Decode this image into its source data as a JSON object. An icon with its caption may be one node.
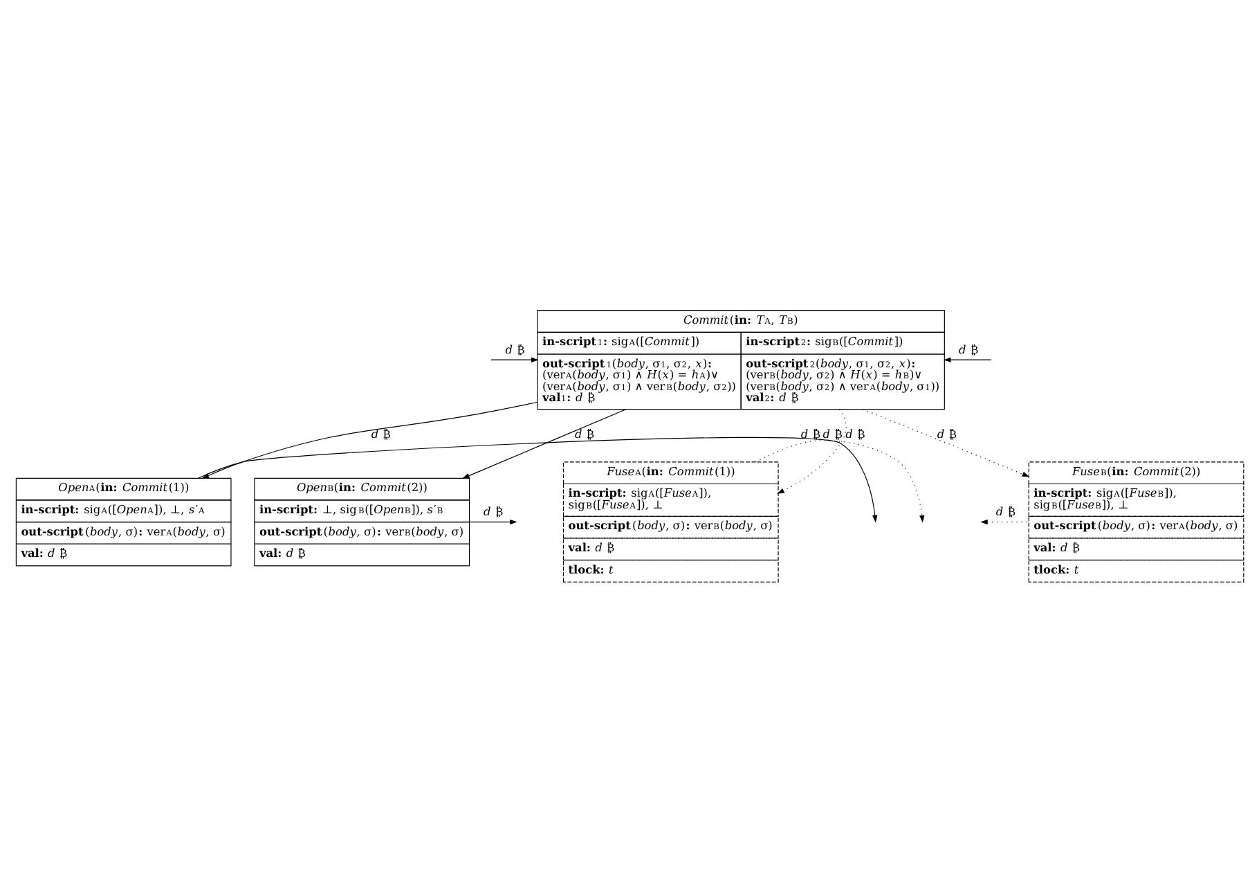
{
  "diagram": {
    "nodes": [
      {
        "text": [
          "*Commit*(**in:** *T*$^{A}$, *T*$^{B}$)",
          "**in-script**$_{1}$**:** sig$_{A}$([*Commit*])",
          "**out-script**$_{1}$(*body*, σ$_{1}$, σ$_{2}$, *x*)**:**",
          "(ver$_{A}$(*body*, σ$_{1}$) ∧ *H*(*x*) = *h*$_{A}$)∨ (ver$_{A}$(*body*, σ$_{1}$) ∧ ver$_{B}$(*body*, σ$_{2}$))",
          "**val**$_{1}$**:** *d* ₿",
          "**in-script**$_{2}$**:** sig$_{B}$([*Commit*])",
          "**out-script**$_{2}$(*body*, σ$_{1}$, σ$_{2}$, *x*)**:**",
          "(ver$_{B}$(*body*, σ$_{2}$) ∧ *H*(*x*) = *h*$_{B}$)∨ (ver$_{B}$(*body*, σ$_{2}$) ∧ ver$_{A}$(*body*, σ$_{1}$))",
          "**val**$_{2}$**:** *d* ₿"
        ]
      },
      {
        "text": [
          "*Open*$^{A}$(**in:** *Commit*(1))",
          "**in-script:** sig$_{A}$([*Open*$^{A}$]), ⊥, *s*′$_{A}$",
          "**out-script**(*body*, σ)**:** ver$_{A}$(*body*, σ)",
          "**val:** *d* ₿"
        ]
      },
      {
        "text": [
          "*Open*$^{B}$(**in:** *Commit*(2))",
          "**in-script:** ⊥, sig$_{B}$([*Open*$^{B}$]), *s*′$_{B}$",
          "**out-script**(*body*, σ)**:** ver$_{B}$(*body*, σ)",
          "**val:** *d* ₿"
        ]
      },
      {
        "text": [
          "*Fuse*$^{A}$(**in:** *Commit*(1))",
          "**in-script:** sig$_{A}$([*Fuse*$^{A}$]), sig$_{B}$([*Fuse*$^{A}$]), ⊥",
          "**out-script**(*body*, σ)**:** ver$_{B}$(*body*, σ)",
          "**val:** *d* ₿",
          "**tlock:** *t*"
        ]
      },
      {
        "text": [
          "*Fuse*$^{B}$(**in:** *Commit*(2))",
          "**in-script:** sig$_{A}$([*Fuse*$^{B}$]), sig$_{B}$([*Fuse*$^{B}$]), ⊥",
          "**out-script**(*body*, σ)**:** ver$_{A}$(*body*, σ)",
          "**val:** *d* ₿",
          "**tlock:** *t*"
        ]
      }
    ],
    "edges": [
      {
        "from": null,
        "to": 0,
        "arrow": "to",
        "label": "*d* ₿"
      },
      {
        "from": null,
        "to": 0,
        "arrow": "to",
        "label": "*d* ₿"
      },
      {
        "from": 0,
        "to": 1,
        "arrow": "to",
        "label": "*d* ₿"
      },
      {
        "from": 0,
        "to": 2,
        "arrow": "to",
        "label": "*d* ₿"
      },
      {
        "from": 1,
        "to": null,
        "arrow": "to",
        "label": "*d* ₿"
      },
      {
        "from": 2,
        "to": null,
        "arrow": "to",
        "label": "*d* ₿"
      },
      {
        "from": 0,
        "to": 3,
        "arrow": "to",
        "label": "*d* ₿",
        "style": "dashed"
      },
      {
        "from": 0,
        "to": 4,
        "arrow": "to",
        "label": "*d* ₿",
        "style": "dashed"
      },
      {
        "from": 3,
        "to": null,
        "arrow": "to",
        "label": "*d* ₿",
        "style": "dashed"
      },
      {
        "from": 4,
        "to": null,
        "arrow": "to",
        "label": "*d* ₿",
        "style": "dashed"
      }
    ]
  }
}
